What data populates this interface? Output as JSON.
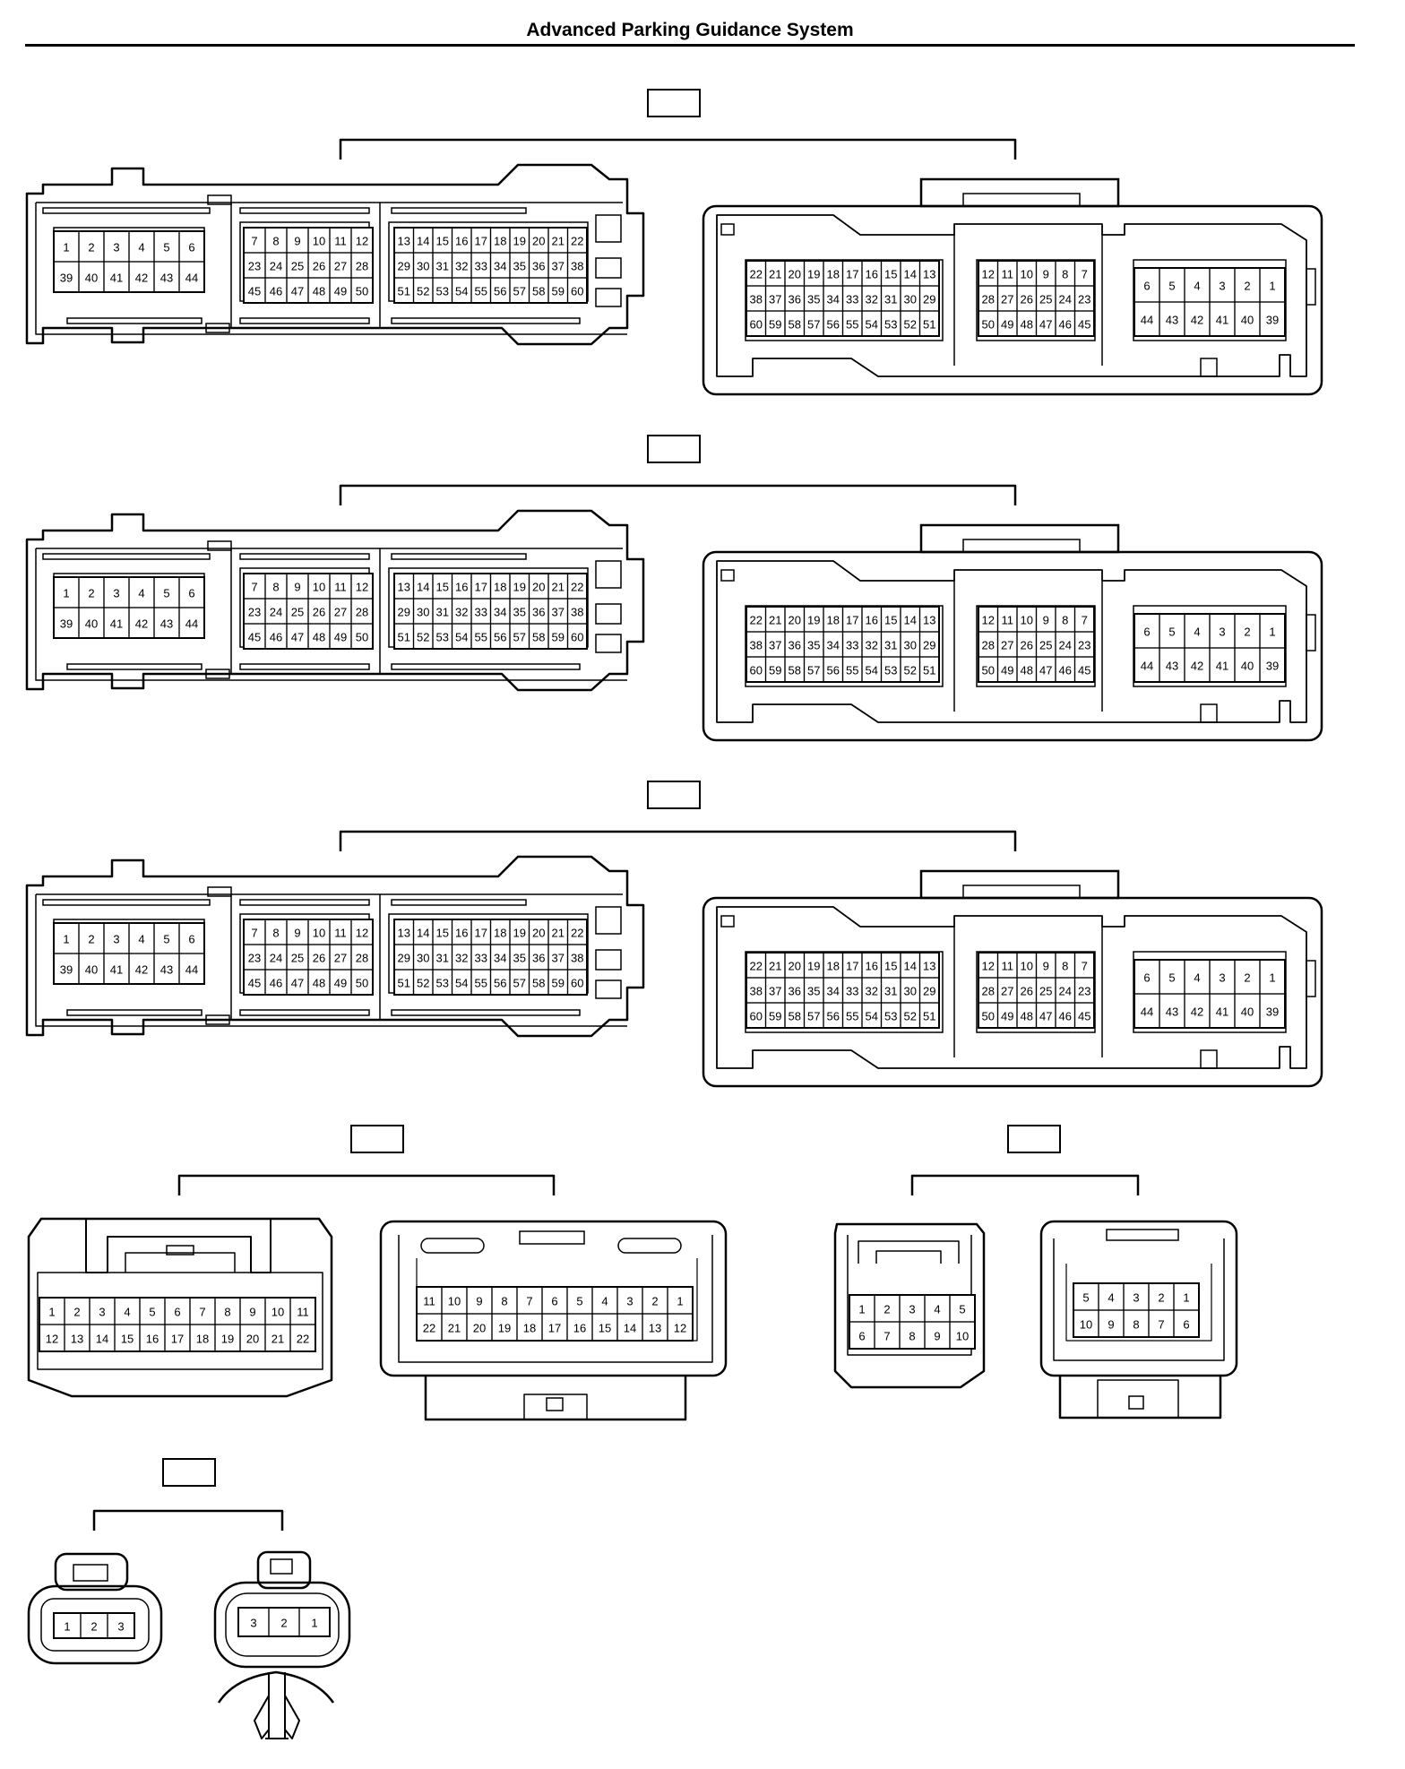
{
  "title": "Advanced Parking Guidance System",
  "large_connectors": [
    {
      "id": "LA3",
      "color": "White",
      "male_blocks": [
        {
          "rows": [
            [
              "1",
              "2",
              "3",
              "4",
              "5",
              "6"
            ],
            [
              "39",
              "40",
              "41",
              "42",
              "43",
              "44"
            ]
          ]
        },
        {
          "rows": [
            [
              "7",
              "8",
              "9",
              "10",
              "11",
              "12"
            ],
            [
              "23",
              "24",
              "25",
              "26",
              "27",
              "28"
            ],
            [
              "45",
              "46",
              "47",
              "48",
              "49",
              "50"
            ]
          ]
        },
        {
          "rows": [
            [
              "13",
              "14",
              "15",
              "16",
              "17",
              "18",
              "19",
              "20",
              "21",
              "22"
            ],
            [
              "29",
              "30",
              "31",
              "32",
              "33",
              "34",
              "35",
              "36",
              "37",
              "38"
            ],
            [
              "51",
              "52",
              "53",
              "54",
              "55",
              "56",
              "57",
              "58",
              "59",
              "60"
            ]
          ]
        }
      ],
      "female_blocks": [
        {
          "rows": [
            [
              "22",
              "21",
              "20",
              "19",
              "18",
              "17",
              "16",
              "15",
              "14",
              "13"
            ],
            [
              "38",
              "37",
              "36",
              "35",
              "34",
              "33",
              "32",
              "31",
              "30",
              "29"
            ],
            [
              "60",
              "59",
              "58",
              "57",
              "56",
              "55",
              "54",
              "53",
              "52",
              "51"
            ]
          ]
        },
        {
          "rows": [
            [
              "12",
              "11",
              "10",
              "9",
              "8",
              "7"
            ],
            [
              "28",
              "27",
              "26",
              "25",
              "24",
              "23"
            ],
            [
              "50",
              "49",
              "48",
              "47",
              "46",
              "45"
            ]
          ]
        },
        {
          "rows": [
            [
              "6",
              "5",
              "4",
              "3",
              "2",
              "1"
            ],
            [
              "44",
              "43",
              "42",
              "41",
              "40",
              "39"
            ]
          ]
        }
      ]
    },
    {
      "id": "LR1",
      "color": "White",
      "male_blocks": [
        {
          "rows": [
            [
              "1",
              "2",
              "3",
              "4",
              "5",
              "6"
            ],
            [
              "39",
              "40",
              "41",
              "42",
              "43",
              "44"
            ]
          ]
        },
        {
          "rows": [
            [
              "7",
              "8",
              "9",
              "10",
              "11",
              "12"
            ],
            [
              "23",
              "24",
              "25",
              "26",
              "27",
              "28"
            ],
            [
              "45",
              "46",
              "47",
              "48",
              "49",
              "50"
            ]
          ]
        },
        {
          "rows": [
            [
              "13",
              "14",
              "15",
              "16",
              "17",
              "18",
              "19",
              "20",
              "21",
              "22"
            ],
            [
              "29",
              "30",
              "31",
              "32",
              "33",
              "34",
              "35",
              "36",
              "37",
              "38"
            ],
            [
              "51",
              "52",
              "53",
              "54",
              "55",
              "56",
              "57",
              "58",
              "59",
              "60"
            ]
          ]
        }
      ],
      "female_blocks": [
        {
          "rows": [
            [
              "22",
              "21",
              "20",
              "19",
              "18",
              "17",
              "16",
              "15",
              "14",
              "13"
            ],
            [
              "38",
              "37",
              "36",
              "35",
              "34",
              "33",
              "32",
              "31",
              "30",
              "29"
            ],
            [
              "60",
              "59",
              "58",
              "57",
              "56",
              "55",
              "54",
              "53",
              "52",
              "51"
            ]
          ]
        },
        {
          "rows": [
            [
              "12",
              "11",
              "10",
              "9",
              "8",
              "7"
            ],
            [
              "28",
              "27",
              "26",
              "25",
              "24",
              "23"
            ],
            [
              "50",
              "49",
              "48",
              "47",
              "46",
              "45"
            ]
          ]
        },
        {
          "rows": [
            [
              "6",
              "5",
              "4",
              "3",
              "2",
              "1"
            ],
            [
              "44",
              "43",
              "42",
              "41",
              "40",
              "39"
            ]
          ]
        }
      ]
    },
    {
      "id": "LS1",
      "color": "White",
      "male_blocks": [
        {
          "rows": [
            [
              "1",
              "2",
              "3",
              "4",
              "5",
              "6"
            ],
            [
              "39",
              "40",
              "41",
              "42",
              "43",
              "44"
            ]
          ]
        },
        {
          "rows": [
            [
              "7",
              "8",
              "9",
              "10",
              "11",
              "12"
            ],
            [
              "23",
              "24",
              "25",
              "26",
              "27",
              "28"
            ],
            [
              "45",
              "46",
              "47",
              "48",
              "49",
              "50"
            ]
          ]
        },
        {
          "rows": [
            [
              "13",
              "14",
              "15",
              "16",
              "17",
              "18",
              "19",
              "20",
              "21",
              "22"
            ],
            [
              "29",
              "30",
              "31",
              "32",
              "33",
              "34",
              "35",
              "36",
              "37",
              "38"
            ],
            [
              "51",
              "52",
              "53",
              "54",
              "55",
              "56",
              "57",
              "58",
              "59",
              "60"
            ]
          ]
        }
      ],
      "female_blocks": [
        {
          "rows": [
            [
              "22",
              "21",
              "20",
              "19",
              "18",
              "17",
              "16",
              "15",
              "14",
              "13"
            ],
            [
              "38",
              "37",
              "36",
              "35",
              "34",
              "33",
              "32",
              "31",
              "30",
              "29"
            ],
            [
              "60",
              "59",
              "58",
              "57",
              "56",
              "55",
              "54",
              "53",
              "52",
              "51"
            ]
          ]
        },
        {
          "rows": [
            [
              "12",
              "11",
              "10",
              "9",
              "8",
              "7"
            ],
            [
              "28",
              "27",
              "26",
              "25",
              "24",
              "23"
            ],
            [
              "50",
              "49",
              "48",
              "47",
              "46",
              "45"
            ]
          ]
        },
        {
          "rows": [
            [
              "6",
              "5",
              "4",
              "3",
              "2",
              "1"
            ],
            [
              "44",
              "43",
              "42",
              "41",
              "40",
              "39"
            ]
          ]
        }
      ]
    }
  ],
  "small_connectors": [
    {
      "id": "RL2",
      "color": "White",
      "male_rows": [
        [
          "1",
          "2",
          "3",
          "4",
          "5",
          "6",
          "7",
          "8",
          "9",
          "10",
          "11"
        ],
        [
          "12",
          "13",
          "14",
          "15",
          "16",
          "17",
          "18",
          "19",
          "20",
          "21",
          "22"
        ]
      ],
      "female_rows": [
        [
          "11",
          "10",
          "9",
          "8",
          "7",
          "6",
          "5",
          "4",
          "3",
          "2",
          "1"
        ],
        [
          "22",
          "21",
          "20",
          "19",
          "18",
          "17",
          "16",
          "15",
          "14",
          "13",
          "12"
        ]
      ]
    },
    {
      "id": "RS3",
      "color": "White",
      "male_rows": [
        [
          "1",
          "2",
          "3",
          "4",
          "5"
        ],
        [
          "6",
          "7",
          "8",
          "9",
          "10"
        ]
      ],
      "female_rows": [
        [
          "5",
          "4",
          "3",
          "2",
          "1"
        ],
        [
          "10",
          "9",
          "8",
          "7",
          "6"
        ]
      ]
    },
    {
      "id": "ZR1",
      "color": "Gray",
      "male_rows": [
        [
          "1",
          "2",
          "3"
        ]
      ],
      "female_rows": [
        [
          "3",
          "2",
          "1"
        ]
      ]
    }
  ]
}
